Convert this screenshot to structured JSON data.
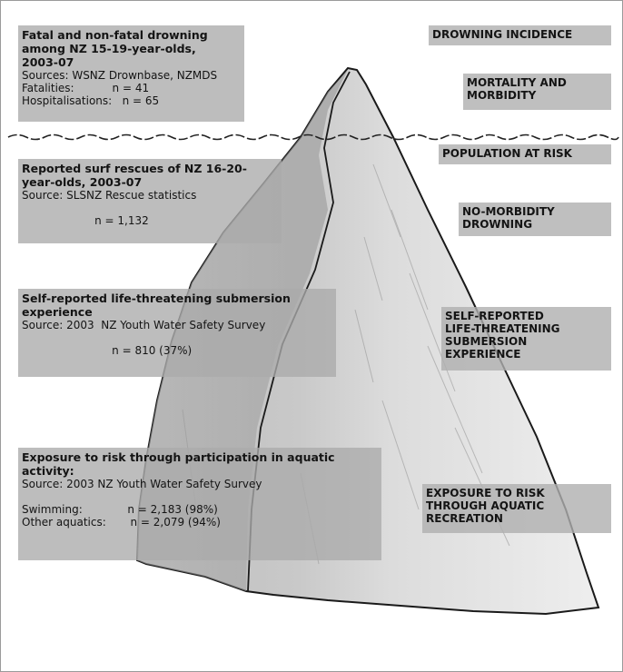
{
  "colors": {
    "ice_fill": "#e6e6e6",
    "ice_shade": "#a8a8a8",
    "outline": "#1a1a1a",
    "box_fill": "#aaaaaa",
    "water_line": "#222222"
  },
  "left_panels": [
    {
      "id": "fatal",
      "title_lines": [
        "Fatal and non-fatal drowning",
        "among  NZ 15-19-year-olds,",
        "2003-07"
      ],
      "lines": [
        "Sources: WSNZ Drownbase, NZMDS",
        "Fatalities:           n = 41",
        "Hospitalisations:   n = 65"
      ]
    },
    {
      "id": "surf",
      "title_lines": [
        "Reported surf rescues of NZ 16-20-",
        "year-olds, 2003-07"
      ],
      "lines": [
        "Source: SLSNZ Rescue statistics",
        "",
        "                     n = 1,132"
      ]
    },
    {
      "id": "submersion",
      "title_lines": [
        "Self-reported life-threatening submersion",
        "experience"
      ],
      "lines": [
        "Source: 2003  NZ Youth Water Safety Survey",
        "",
        "                          n = 810 (37%)"
      ]
    },
    {
      "id": "exposure",
      "title_lines": [
        "Exposure to risk through participation in aquatic",
        "activity:"
      ],
      "lines": [
        "Source: 2003 NZ Youth Water Safety Survey",
        "",
        "Swimming:             n = 2,183 (98%)",
        "Other aquatics:       n = 2,079 (94%)"
      ]
    }
  ],
  "right_tags": [
    {
      "id": "incidence",
      "lines": [
        "DROWNING INCIDENCE"
      ]
    },
    {
      "id": "mortality",
      "lines": [
        "MORTALITY AND",
        "MORBIDITY"
      ]
    },
    {
      "id": "population",
      "lines": [
        "POPULATION AT RISK"
      ]
    },
    {
      "id": "nomorbidity",
      "lines": [
        "NO-MORBIDITY",
        "DROWNING"
      ]
    },
    {
      "id": "selfreported",
      "lines": [
        "SELF-REPORTED",
        "LIFE-THREATENING",
        "SUBMERSION",
        "EXPERIENCE"
      ]
    },
    {
      "id": "recreation",
      "lines": [
        "EXPOSURE TO RISK",
        "THROUGH AQUATIC",
        "RECREATION"
      ]
    }
  ]
}
